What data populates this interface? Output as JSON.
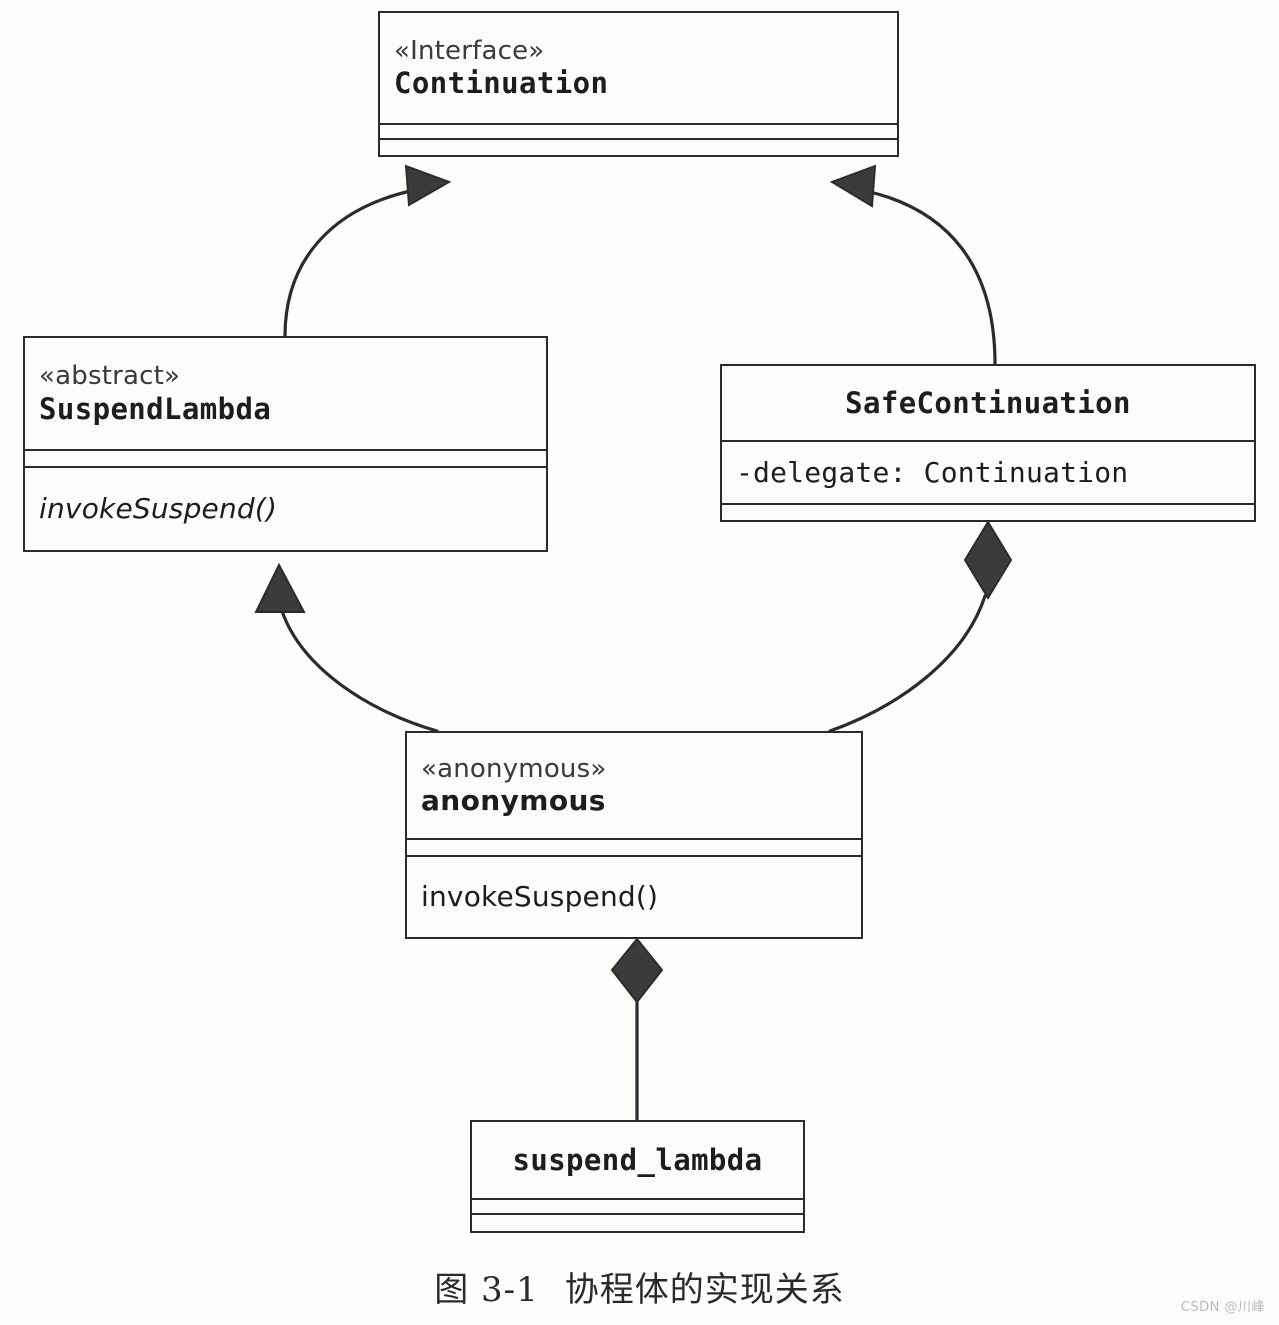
{
  "diagram": {
    "type": "uml-class-diagram",
    "caption": {
      "figure_number": "图 3-1",
      "title": "协程体的实现关系"
    },
    "watermark": "CSDN @川峰",
    "classes": [
      {
        "id": "continuation",
        "stereotype": "«Interface»",
        "name": "Continuation",
        "attributes": [],
        "operations": []
      },
      {
        "id": "suspend-lambda",
        "stereotype": "«abstract»",
        "name": "SuspendLambda",
        "attributes": [],
        "operations": [
          "invokeSuspend()"
        ]
      },
      {
        "id": "safe-continuation",
        "stereotype": "",
        "name": "SafeContinuation",
        "attributes": [
          "-delegate: Continuation"
        ],
        "operations": []
      },
      {
        "id": "anonymous",
        "stereotype": "«anonymous»",
        "name": "anonymous",
        "attributes": [],
        "operations": [
          "invokeSuspend()"
        ]
      },
      {
        "id": "suspend-lambda-object",
        "stereotype": "",
        "name": "suspend_lambda",
        "attributes": [],
        "operations": []
      }
    ],
    "relationships": [
      {
        "id": "rel-1",
        "kind": "generalization",
        "from": "suspend-lambda",
        "to": "continuation",
        "arrow": "solid-triangle"
      },
      {
        "id": "rel-2",
        "kind": "generalization",
        "from": "safe-continuation",
        "to": "continuation",
        "arrow": "solid-triangle"
      },
      {
        "id": "rel-3",
        "kind": "generalization",
        "from": "anonymous",
        "to": "suspend-lambda",
        "arrow": "solid-triangle"
      },
      {
        "id": "rel-4",
        "kind": "composition",
        "from": "safe-continuation",
        "to": "anonymous",
        "arrow": "filled-diamond"
      },
      {
        "id": "rel-5",
        "kind": "composition",
        "from": "anonymous",
        "to": "suspend-lambda-object",
        "arrow": "filled-diamond"
      }
    ],
    "colors": {
      "stroke": "#2b2b2b",
      "fill": "#fcfcfb",
      "text": "#1d1d1d",
      "watermark": "#b9b9b9"
    }
  }
}
